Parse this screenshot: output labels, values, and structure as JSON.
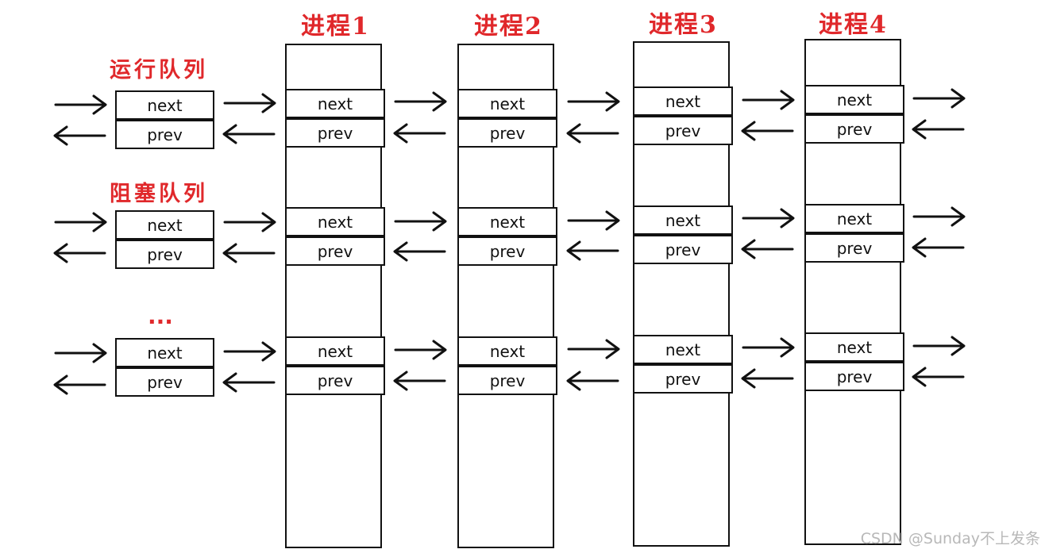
{
  "queues": [
    {
      "label": "运行队列"
    },
    {
      "label": "阻塞队列"
    },
    {
      "label": "..."
    }
  ],
  "processes": [
    {
      "title": "进程1"
    },
    {
      "title": "进程2"
    },
    {
      "title": "进程3"
    },
    {
      "title": "进程4"
    }
  ],
  "node": {
    "next": "next",
    "prev": "prev"
  },
  "watermark": "CSDN @Sunday不上发条",
  "colors": {
    "accent": "#e0282b",
    "line": "#111111"
  }
}
